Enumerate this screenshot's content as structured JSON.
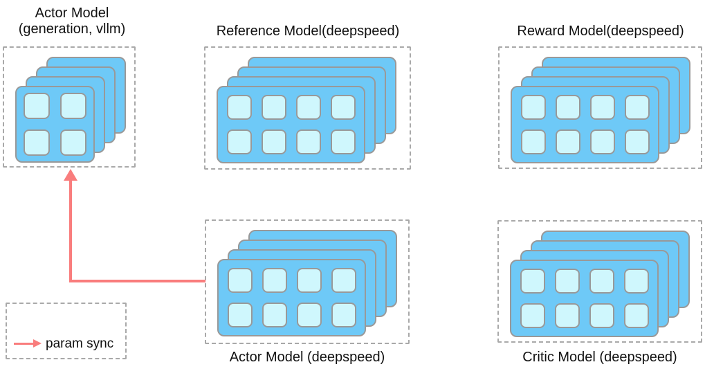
{
  "colors": {
    "background": "#FFFFFF",
    "card": "#6EC9F7",
    "unit": "#CFF7FD",
    "card-border": "#999999",
    "dash-border": "#A9A9A9",
    "arrow": "#F97D7D",
    "text": "#111111"
  },
  "nodes": [
    {
      "id": "actor-vllm",
      "title_line1": "Actor Model",
      "title_line2": "(generation, vllm)",
      "stack": {
        "depth": 4,
        "cols": 2,
        "rows": 2
      }
    },
    {
      "id": "reference-model",
      "title": "Reference Model(deepspeed)",
      "stack": {
        "depth": 4,
        "cols": 4,
        "rows": 2
      }
    },
    {
      "id": "reward-model",
      "title": "Reward Model(deepspeed)",
      "stack": {
        "depth": 4,
        "cols": 4,
        "rows": 2
      }
    },
    {
      "id": "actor-deepspeed",
      "title": "Actor Model (deepspeed)",
      "stack": {
        "depth": 4,
        "cols": 4,
        "rows": 2
      }
    },
    {
      "id": "critic-model",
      "title": "Critic Model (deepspeed)",
      "stack": {
        "depth": 4,
        "cols": 4,
        "rows": 2
      }
    }
  ],
  "legend": {
    "label": "param sync"
  },
  "arrow": {
    "type": "param-sync",
    "from": "actor-deepspeed",
    "to": "actor-vllm"
  }
}
